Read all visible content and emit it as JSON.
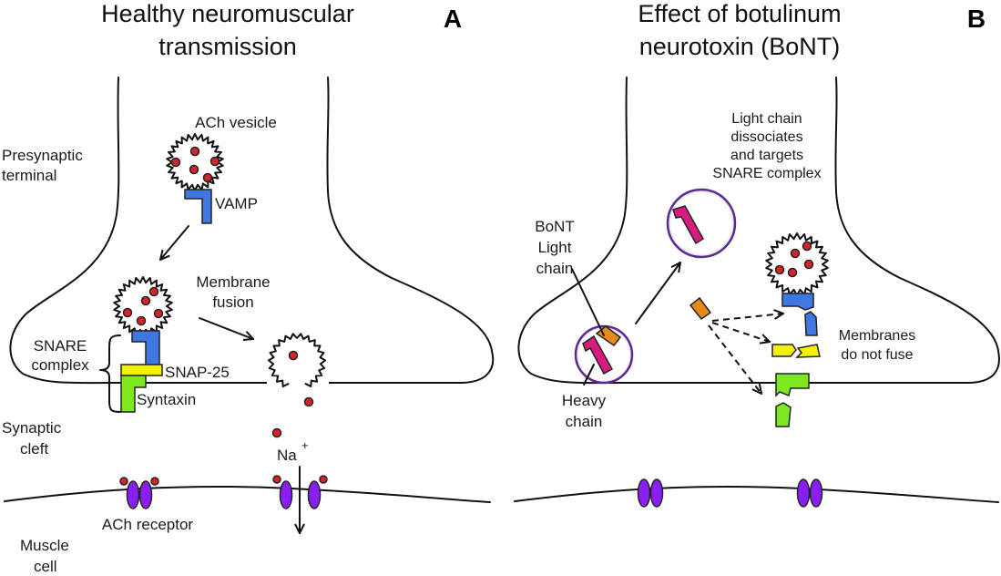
{
  "panel_a": {
    "title_line1": "Healthy neuromuscular",
    "title_line2": "transmission",
    "letter": "A",
    "presynaptic_line1": "Presynaptic",
    "presynaptic_line2": "terminal",
    "ach_vesicle": "ACh vesicle",
    "vamp": "VAMP",
    "membrane_fusion_line1": "Membrane",
    "membrane_fusion_line2": "fusion",
    "snare_line1": "SNARE",
    "snare_line2": "complex",
    "snap25": "SNAP-25",
    "syntaxin": "Syntaxin",
    "synaptic_cleft_line1": "Synaptic",
    "synaptic_cleft_line2": "cleft",
    "na_label": "Na",
    "na_superscript": "+",
    "ach_receptor": "ACh receptor",
    "muscle_cell_line1": "Muscle",
    "muscle_cell_line2": "cell"
  },
  "panel_b": {
    "title_line1": "Effect of botulinum",
    "title_line2": "neurotoxin (BoNT)",
    "letter": "B",
    "light_chain_note": [
      "Light chain",
      "dissociates",
      "and targets",
      "SNARE complex"
    ],
    "bont_light_chain": [
      "BoNT",
      "Light",
      "chain"
    ],
    "heavy_chain": [
      "Heavy",
      "chain"
    ],
    "membranes_note": [
      "Membranes",
      "do not fuse"
    ]
  },
  "colors": {
    "vamp": "#3e78e0",
    "snap25": "#f5f000",
    "syntaxin": "#7ee81f",
    "ach_dot": "#d6232a",
    "receptor": "#8b1ef5",
    "light_chain": "#d81b7e",
    "heavy_chain_fragment": "#e88a1a",
    "toxin_ring": "#5b2a8e"
  }
}
